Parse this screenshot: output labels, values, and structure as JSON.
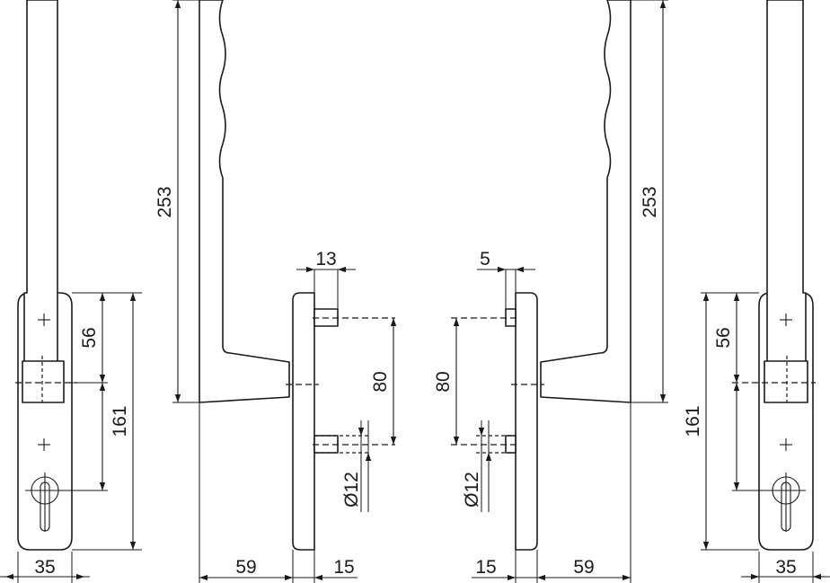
{
  "dimensions": {
    "left_rosette_width": "35",
    "left_spindle_to_top": "56",
    "left_rosette_height": "161",
    "left_handle_height": "253",
    "left_projection": "59",
    "left_rosette_depth": "15",
    "left_screw_offset": "13",
    "left_screw_spacing": "80",
    "left_screw_diameter": "Ø12",
    "right_screw_offset": "5",
    "right_screw_spacing": "80",
    "right_screw_diameter": "Ø12",
    "right_rosette_depth": "15",
    "right_projection": "59",
    "right_handle_height": "253",
    "right_rosette_height": "161",
    "right_spindle_to_top": "56",
    "right_rosette_width": "35"
  }
}
